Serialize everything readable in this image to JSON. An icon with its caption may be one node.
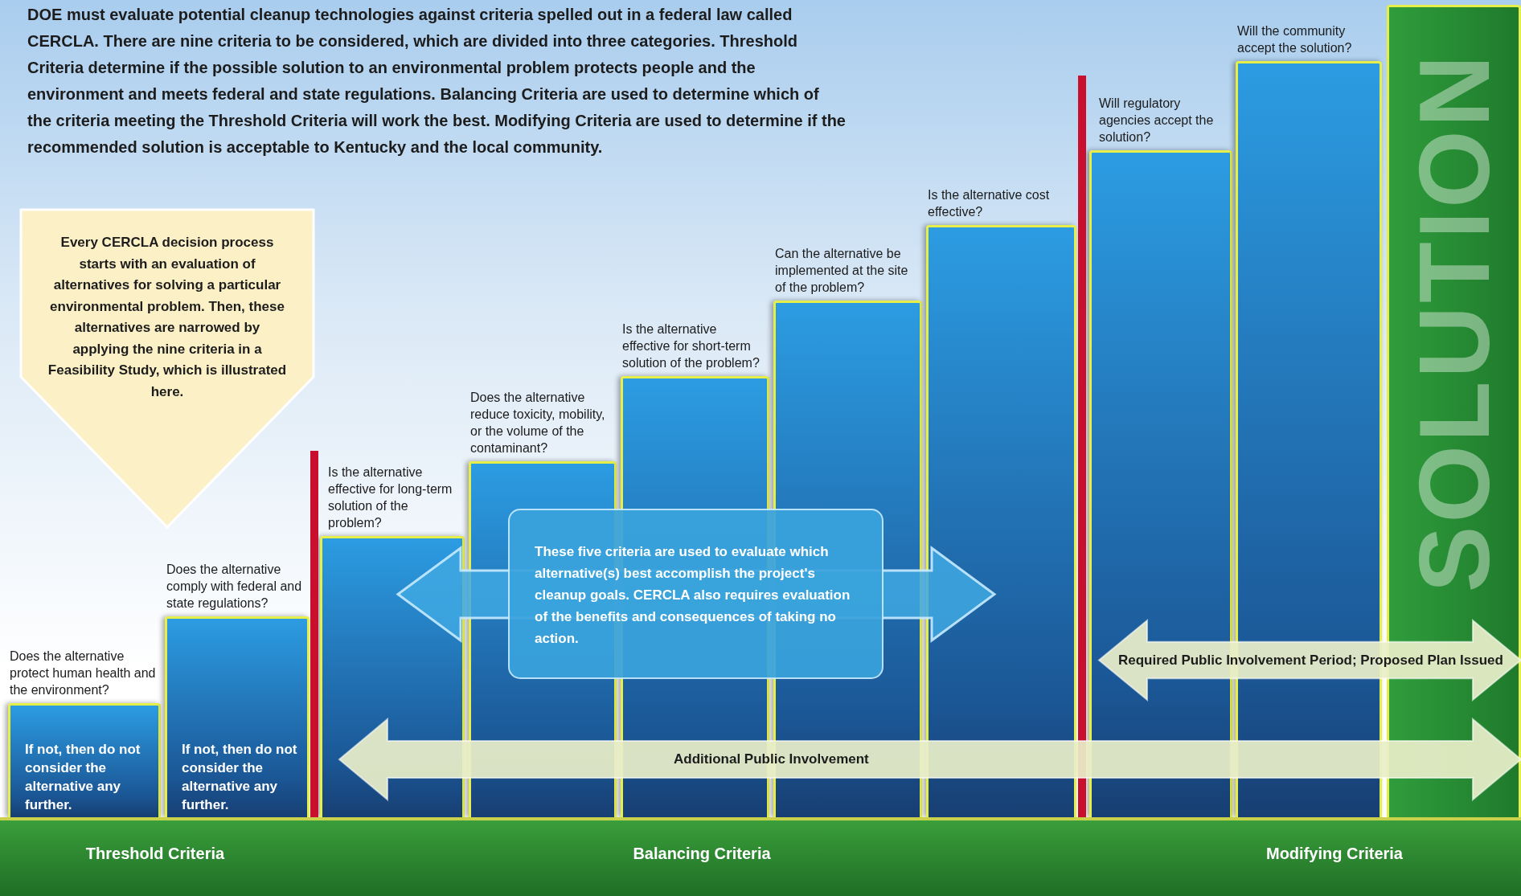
{
  "diagram": {
    "nodes": [
      {
        "text": [
          "Every CERCLA decision process starts with an evaluation of alternatives for solving a particular environmental problem. Then, these alternatives are narrowed by applying the nine criteria in a Feasibility Study, which is illustrated here."
        ]
      },
      {
        "text": [
          "Does the alternative protect human health and the environment?",
          "If not, then do not consider the alternative any further."
        ]
      },
      {
        "text": [
          "Does the alternative comply with federal and state regulations?",
          "If not, then do not consider the alternative any further."
        ]
      },
      {
        "text": [
          "Is the alternative effective for long-term solution of the problem?"
        ]
      },
      {
        "text": [
          "Does the alternative reduce toxicity, mobility, or the volume of the contaminant?"
        ]
      },
      {
        "text": [
          "Is the alternative effective for short-term solution of the problem?"
        ]
      },
      {
        "text": [
          "Can the alternative be implemented at the site of the problem?"
        ]
      },
      {
        "text": [
          "Is the alternative cost effective?"
        ]
      },
      {
        "text": [
          "Will regulatory agencies accept the solution?"
        ]
      },
      {
        "text": [
          "Will the community accept the solution?"
        ]
      },
      {
        "text": [
          "SOLUTION"
        ]
      },
      {
        "text": [
          "These five criteria are used to evaluate which alternative(s) best accomplish the project's cleanup goals. CERCLA also requires evaluation of the benefits and consequences of taking no action."
        ]
      },
      {
        "text": [
          "Required Public Involvement Period; Proposed Plan Issued"
        ]
      },
      {
        "text": [
          "Additional Public Involvement"
        ]
      },
      {
        "text": [
          "Threshold Criteria",
          "Balancing Criteria",
          "Modifying Criteria"
        ]
      }
    ],
    "edges": [],
    "labels": [
      "DOE must evaluate potential cleanup technologies against criteria spelled out in a federal law called CERCLA. There are nine criteria to be considered, which are divided into three categories. Threshold Criteria determine if the possible solution to an environmental problem protects people and the environment and meets federal and state regulations. Balancing Criteria are used to determine which of the criteria meeting the Threshold Criteria will work the best. Modifying Criteria are used to determine if the recommended solution is acceptable to Kentucky and the local community."
    ]
  }
}
